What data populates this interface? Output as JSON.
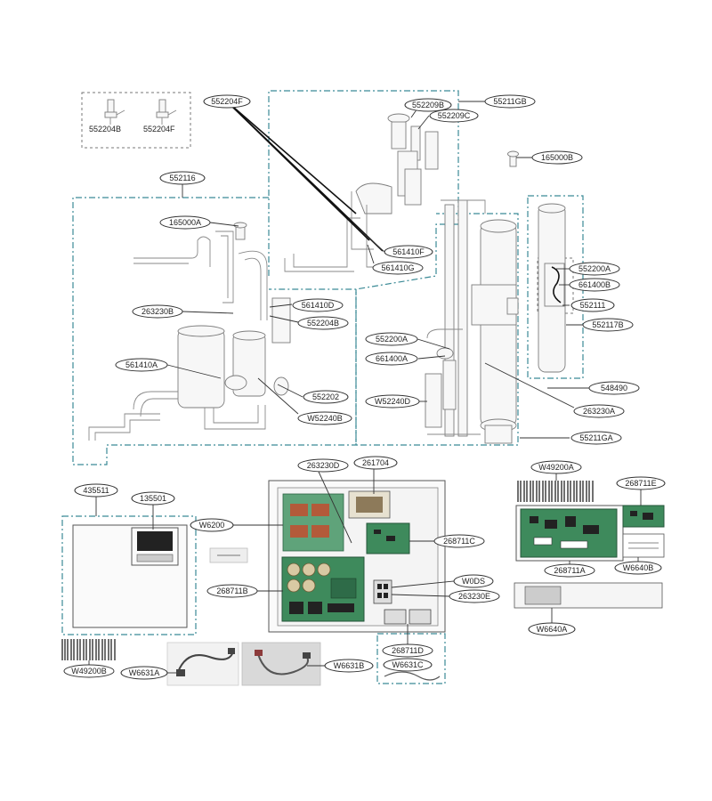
{
  "labels": {
    "l552204F": "552204F",
    "l552209B": "552209B",
    "l552209C": "552209C",
    "l55211GB": "55211GB",
    "l165000B": "165000B",
    "l552116": "552116",
    "l165000A": "165000A",
    "l561410F": "561410F",
    "l561410G": "561410G",
    "l552200A_top": "552200A",
    "l661400B": "661400B",
    "l561410D": "561410D",
    "l552111": "552111",
    "l263230B": "263230B",
    "l552204B": "552204B",
    "l552117B": "552117B",
    "l552200A_mid": "552200A",
    "l661400A": "661400A",
    "l561410A": "561410A",
    "l548490": "548490",
    "l552202": "552202",
    "lW52240D": "W52240D",
    "l263230A": "263230A",
    "lW52240B": "W52240B",
    "l55211GA": "55211GA",
    "l263230D": "263230D",
    "l261704": "261704",
    "lW49200A": "W49200A",
    "l435511": "435511",
    "l135501": "135501",
    "lW6200": "W6200",
    "l268711E": "268711E",
    "l268711C": "268711C",
    "l268711A": "268711A",
    "lW6640B": "W6640B",
    "l268711B": "268711B",
    "lW0DS": "W0DS",
    "l263230E": "263230E",
    "lW6640A": "W6640A",
    "l268711D": "268711D",
    "lW49200B": "W49200B",
    "lW6631A": "W6631A",
    "lW6631B": "W6631B",
    "lW6631C": "W6631C"
  },
  "plain": {
    "t552204B": "552204B",
    "t552204F": "552204F"
  }
}
